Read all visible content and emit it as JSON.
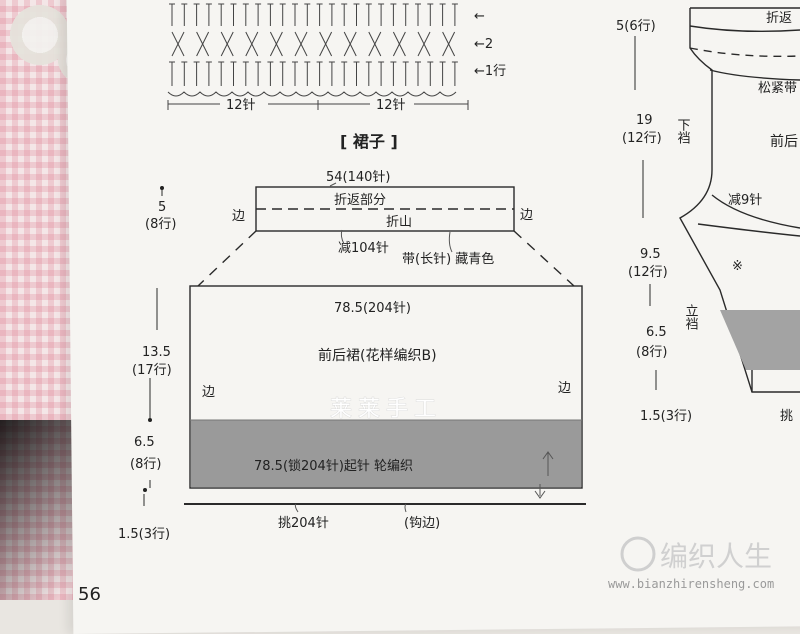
{
  "top_chart": {
    "row_labels": [
      "←",
      "←2",
      "←1行"
    ],
    "repeat_left": "12针",
    "repeat_right": "12针"
  },
  "skirt": {
    "title": "[ 裙子 ]",
    "band_width": "54(140针)",
    "fold_part": "折返部分",
    "fold_line": "折山",
    "edge": "边",
    "decrease": "减104针",
    "band_note": "带(长针) 藏青色",
    "body_width": "78.5(204针)",
    "body_label": "前后裙(花样编织B)",
    "cast_on": "78.5(锁204针)起针 轮编织",
    "pickup": "挑204针",
    "crochet_edge": "(钩边)",
    "heights": {
      "band_h": "5",
      "band_rows": "(8行)",
      "body_h": "13.5",
      "body_rows": "(17行)",
      "stripe_h": "6.5",
      "stripe_rows": "(8行)",
      "edge_h": "1.5(3行)"
    }
  },
  "right_piece": {
    "top_h": "5(6行)",
    "fold": "折返",
    "loose": "松紧带",
    "h19": "19",
    "h19_rows": "(12行)",
    "crotch_down": "下裆",
    "front": "前后",
    "decrease9": "减9针",
    "h95": "9.5",
    "h95_rows": "(12行)",
    "asterisk": "※",
    "crotch_up": "立裆",
    "h65": "6.5",
    "h65_rows": "(8行)",
    "h15": "1.5(3行)",
    "pickup_cut": "挑"
  },
  "watermark": "莱莱手工",
  "logo": "编织人生",
  "url": "www.bianzhirensheng.com",
  "page_number": "56",
  "colors": {
    "stripe": "#9a9a9a",
    "right_stripe": "#a3a3a3",
    "line": "#2a2a2a"
  }
}
